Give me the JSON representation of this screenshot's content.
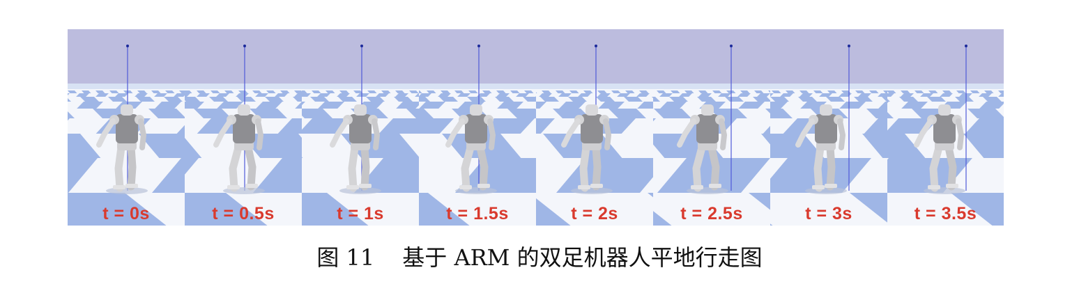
{
  "figure": {
    "frames": [
      {
        "time_label": "t = 0s"
      },
      {
        "time_label": "t = 0.5s"
      },
      {
        "time_label": "t = 1s"
      },
      {
        "time_label": "t = 1.5s"
      },
      {
        "time_label": "t = 2s"
      },
      {
        "time_label": "t = 2.5s"
      },
      {
        "time_label": "t = 3s"
      },
      {
        "time_label": "t = 3.5s"
      }
    ],
    "colors": {
      "sky": "#bcbcde",
      "floor_blue": "#9fb6e6",
      "floor_white": "#f4f6fb",
      "robot": "#d4d4d6",
      "robot_torso": "#8e8e92",
      "label": "#d93a2e",
      "marker_line": "#4f5ad8"
    }
  },
  "caption": {
    "figure_number": "图 11",
    "text": "基于 ARM 的双足机器人平地行走图"
  }
}
